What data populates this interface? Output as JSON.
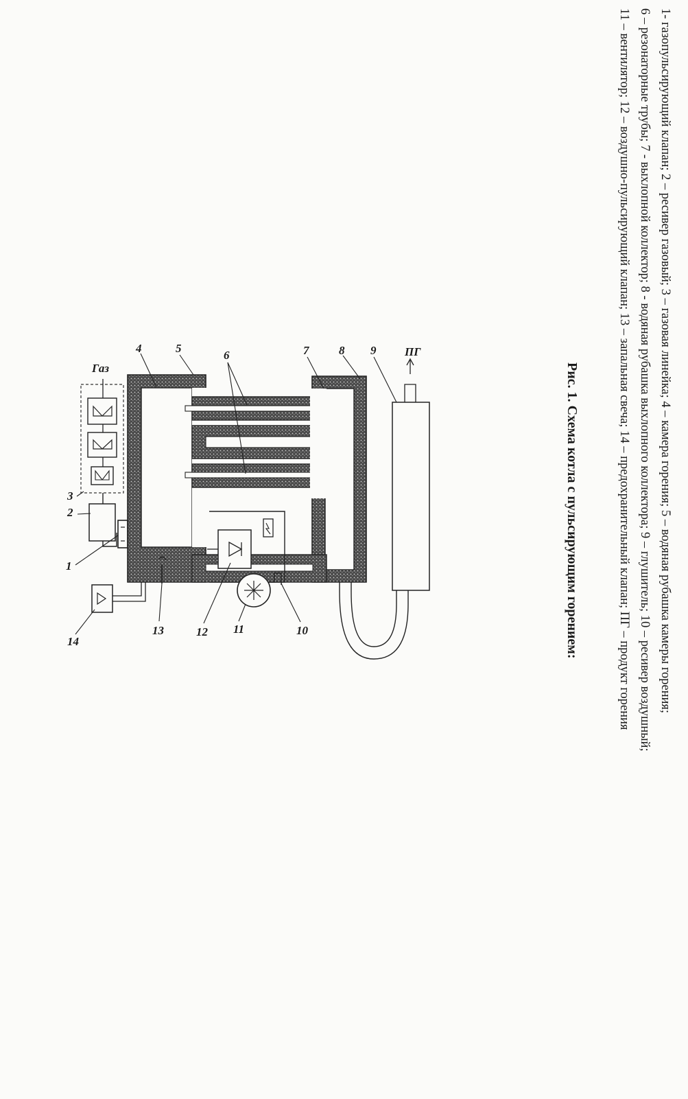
{
  "caption": {
    "title": "Рис. 1. Схема котла с пульсирующим горением:",
    "legend_lines": [
      "1- газопульсирующий клапан; 2 – ресивер газовый; 3 – газовая линейка; 4 – камера горения; 5 – водяная рубашка камеры горения;",
      "6 – резонаторные трубы; 7 - выхлопной коллектор; 8 - водяная рубашка выхлопного коллектора; 9 – глушитель; 10 – ресивер воздушный;",
      "11 – вентилятор; 12 – воздушно-пульсирующий клапан; 13 – запальная свеча; 14 – предохранительный клапан; ПГ – продукт горения"
    ]
  },
  "labels": {
    "l1": "1",
    "l2": "2",
    "l3": "3",
    "l4": "4",
    "l5": "5",
    "l6": "6",
    "l7": "7",
    "l8": "8",
    "l9": "9",
    "l10": "10",
    "l11": "11",
    "l12": "12",
    "l13": "13",
    "l14": "14",
    "gas": "Газ",
    "pg": "ПГ"
  }
}
